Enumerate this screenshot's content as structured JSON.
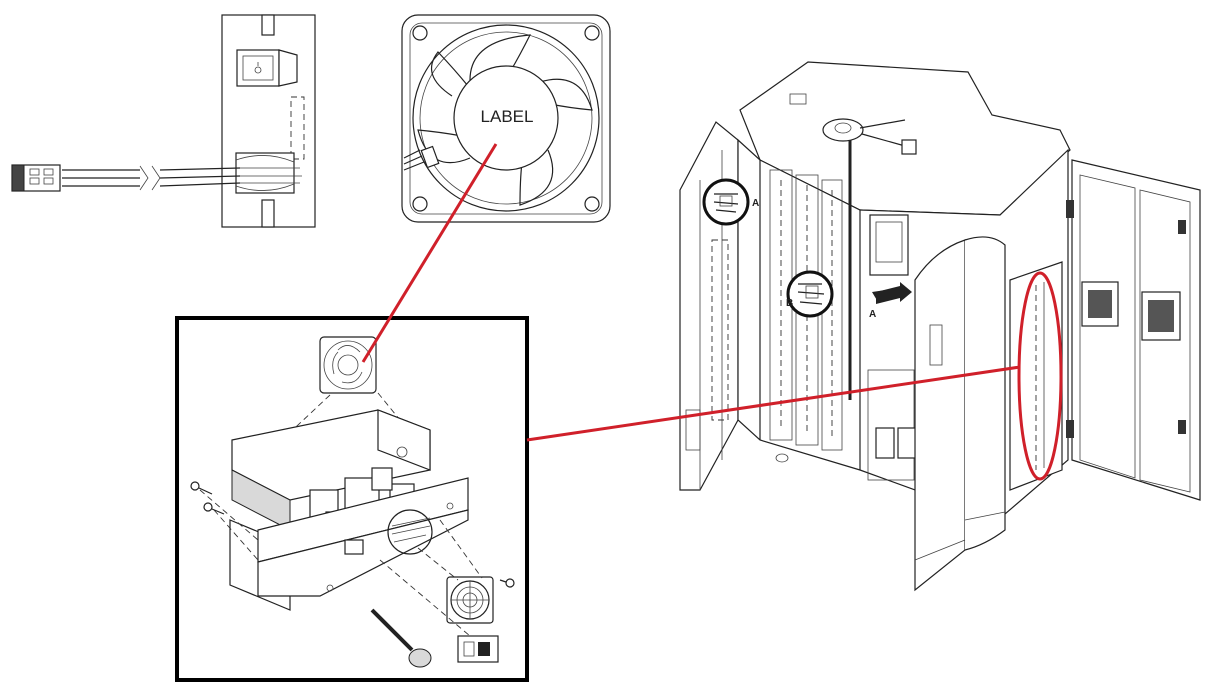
{
  "fan_label": "LABEL",
  "callouts": {
    "connector_a": "A",
    "connector_b": "B",
    "arrow_a": "A"
  },
  "colors": {
    "callout_line": "#d0202a",
    "inset_border": "#000000",
    "ink": "#222222"
  }
}
